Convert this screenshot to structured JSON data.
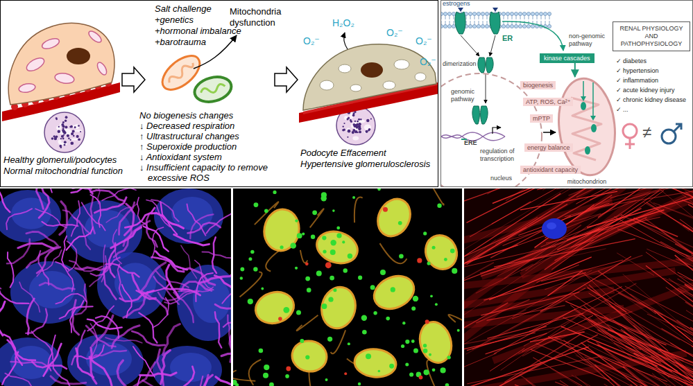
{
  "diagram": {
    "nodes": [
      {
        "text": [
          "kinase cascades"
        ]
      },
      {
        "text": [
          "nucleus"
        ]
      },
      {
        "text": [
          "ERE"
        ],
        "in": 1
      },
      {
        "text": [
          "mitochondrion"
        ]
      },
      {
        "text": [
          "biogenesis"
        ]
      },
      {
        "text": [
          "ATP, ROS, Ca²⁺"
        ]
      },
      {
        "text": [
          "mPTP"
        ]
      },
      {
        "text": [
          "energy balance"
        ]
      },
      {
        "text": [
          "antioxidant capacity"
        ]
      },
      {
        "text": [
          "RENAL PHYSIOLOGY AND PATHOPHYSIOLOGY"
        ]
      }
    ],
    "edges": [
      {
        "from": 0,
        "to": 3,
        "arrow": "to"
      },
      {
        "from": 1,
        "to": 3,
        "arrow": "to"
      }
    ],
    "labels": [
      "Salt challenge",
      "+genetics",
      "+hormonal imbalance",
      "+barotrauma",
      "Mitochondria dysfunction",
      "H₂O₂",
      "O₂⁻",
      "O₂⁻",
      "O₂⁻",
      "O₂⁻",
      "No biogenesis changes",
      "↓ Decreased respiration",
      "↑ Ultrastructural changes",
      "↑ Superoxide production",
      "↓ Antioxidant system",
      "↓ Insufficient capacity to remove excessive ROS",
      "Healthy glomeruli/podocytes",
      "Normal mitochondrial function",
      "Podocyte Effacement",
      "Hypertensive glomerulosclerosis",
      "estrogens",
      "ER",
      "dimerization",
      "non-genomic pathway",
      "genomic pathway",
      "regulation of transcription",
      "✓ diabetes",
      "✓ hypertension",
      "✓ inflammation",
      "✓ acute kidney injury",
      "✓ chronic kidney disease",
      "✓ ...",
      "≠"
    ]
  }
}
